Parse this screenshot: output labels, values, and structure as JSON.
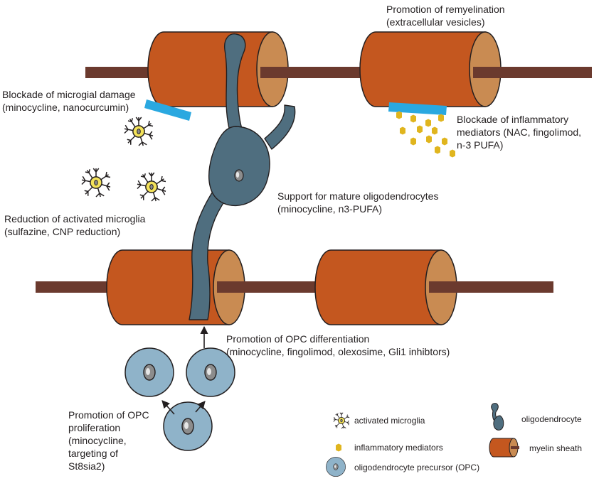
{
  "labels": {
    "remyelination": "Promotion of remyelination\n(extracellular vesicles)",
    "microglial_damage": "Blockade of microgial damage\n(minocycline, nanocurcumin)",
    "inflammatory_mediators": "Blockade of inflammatory\nmediators (NAC, fingolimod,\nn-3 PUFA)",
    "mature_oligodendrocytes": "Support for mature oligodendrocytes\n(minocycline, n3-PUFA)",
    "activated_microglia": "Reduction of activated microglia\n(sulfazine, CNP reduction)",
    "opc_differentiation": "Promotion of OPC differentiation\n(minocycline, fingolimod, olexosime, Gli1 inhibtors)",
    "opc_proliferation": "Promotion of OPC\nproliferation\n(minocycline,\ntargeting of\nSt8sia2)"
  },
  "legend": {
    "activated_microglia": "activated microglia",
    "inflammatory_mediators": "inflammatory mediators",
    "opc": "oligodendrocyte precursor  (OPC)",
    "oligodendrocyte": "oligodendrocyte",
    "myelin_sheath": "myelin sheath"
  },
  "colors": {
    "axon": "#6b3a2e",
    "myelin": "#c4571f",
    "myelin_face": "#c98b52",
    "oligodendrocyte": "#4f6e7f",
    "opc": "#8fb3c9",
    "microglia": "#f3e25a",
    "mediator": "#e0b51e",
    "blocker": "#2aa8e0"
  }
}
